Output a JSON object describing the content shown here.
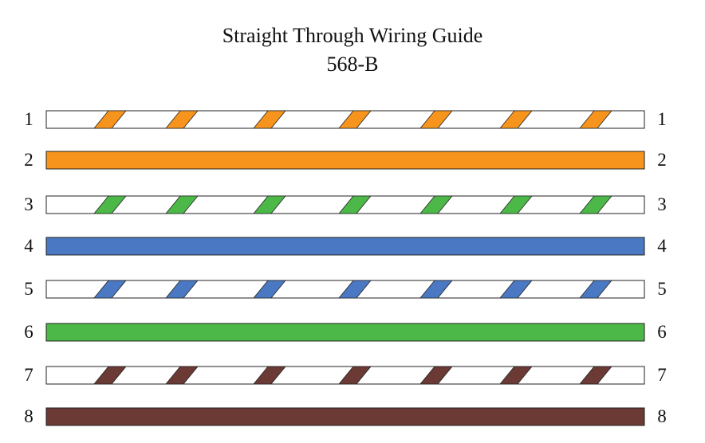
{
  "title": "Straight Through Wiring Guide",
  "subtitle": "568-B",
  "colors": {
    "outline": "#222222",
    "white": "#ffffff",
    "orange": "#F7941D",
    "green": "#4CB848",
    "blue": "#4A78C2",
    "brown": "#6B3A35"
  },
  "wires": [
    {
      "pin": "1",
      "color": "orange",
      "striped": true
    },
    {
      "pin": "2",
      "color": "orange",
      "striped": false
    },
    {
      "pin": "3",
      "color": "green",
      "striped": true
    },
    {
      "pin": "4",
      "color": "blue",
      "striped": false
    },
    {
      "pin": "5",
      "color": "blue",
      "striped": true
    },
    {
      "pin": "6",
      "color": "green",
      "striped": false
    },
    {
      "pin": "7",
      "color": "brown",
      "striped": true
    },
    {
      "pin": "8",
      "color": "brown",
      "striped": false
    }
  ]
}
